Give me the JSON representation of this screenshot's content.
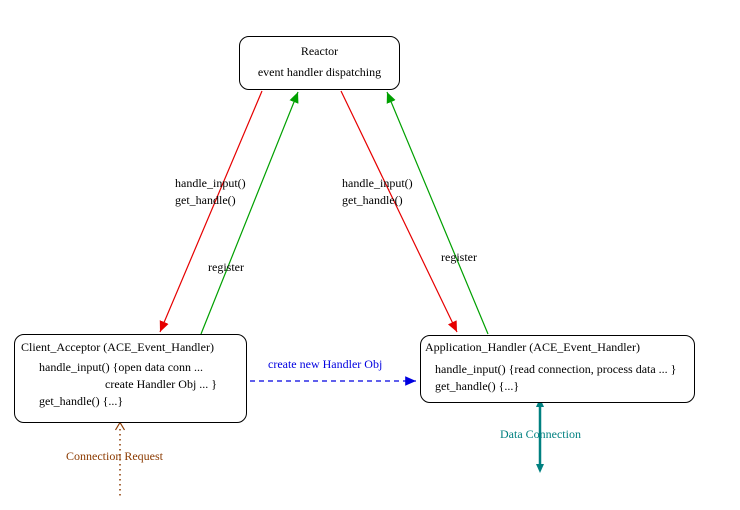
{
  "colors": {
    "background": "#ffffff",
    "box_border": "#000000",
    "dispatch_arrow": "#e60000",
    "register_arrow": "#00a000",
    "create_arrow": "#0000e0",
    "connection_request": "#8b3a00",
    "data_connection": "#008080"
  },
  "boxes": {
    "reactor": {
      "title": "Reactor",
      "subtitle": "event handler dispatching"
    },
    "client_acceptor": {
      "title": "Client_Acceptor (ACE_Event_Handler)",
      "lines": [
        "handle_input() {open data conn ...",
        "create Handler Obj ... }",
        "get_handle() {...}"
      ]
    },
    "application_handler": {
      "title": "Application_Handler (ACE_Event_Handler)",
      "lines": [
        "handle_input() {read connection, process data ... }",
        "get_handle() {...}"
      ]
    }
  },
  "edge_labels": {
    "left_dispatch_line1": "handle_input()",
    "left_dispatch_line2": "get_handle()",
    "right_dispatch_line1": "handle_input()",
    "right_dispatch_line2": "get_handle()",
    "left_register": "register",
    "right_register": "register",
    "create_handler": "create new Handler Obj",
    "connection_request": "Connection Request",
    "data_connection": "Data Connection"
  }
}
